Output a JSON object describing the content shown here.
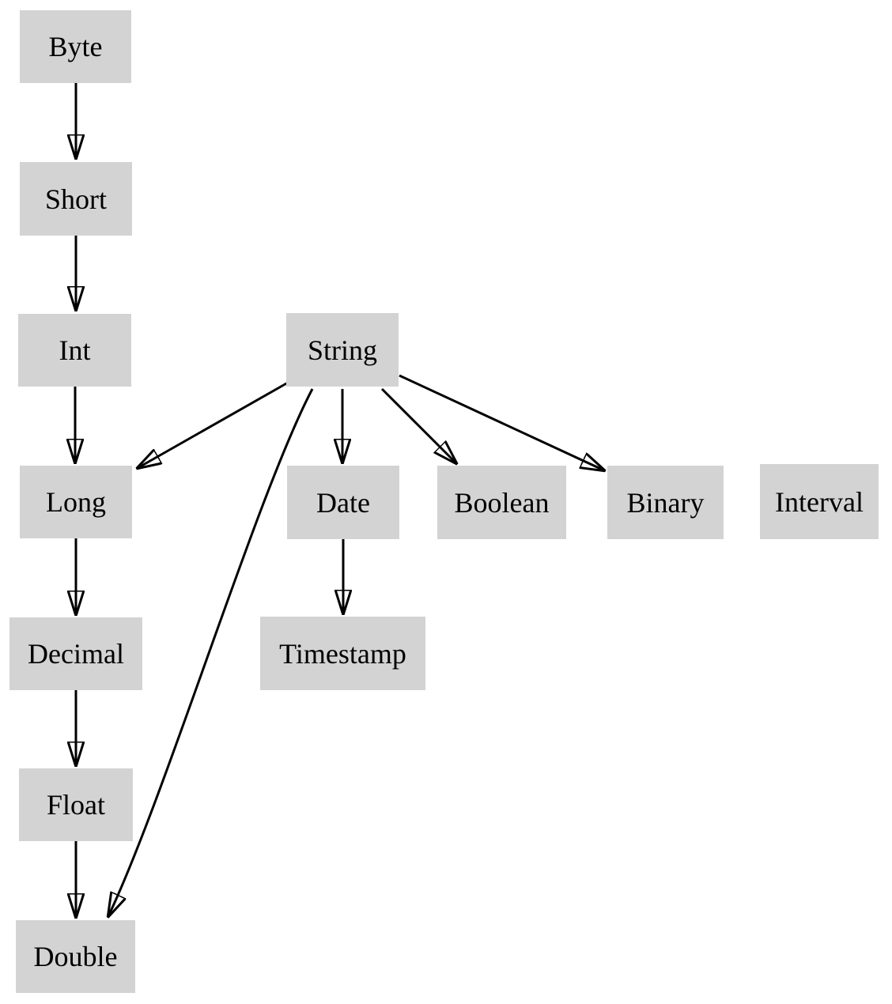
{
  "diagram": {
    "title": "type-coercion-hierarchy",
    "colors": {
      "background": "#ffffff",
      "node_fill": "#d3d3d3",
      "edge": "#000000",
      "text": "#000000"
    },
    "nodes": {
      "byte": {
        "label": "Byte"
      },
      "short": {
        "label": "Short"
      },
      "int": {
        "label": "Int"
      },
      "string": {
        "label": "String"
      },
      "long": {
        "label": "Long"
      },
      "date": {
        "label": "Date"
      },
      "boolean": {
        "label": "Boolean"
      },
      "binary": {
        "label": "Binary"
      },
      "interval": {
        "label": "Interval"
      },
      "decimal": {
        "label": "Decimal"
      },
      "timestamp": {
        "label": "Timestamp"
      },
      "float": {
        "label": "Float"
      },
      "double": {
        "label": "Double"
      }
    },
    "edges": [
      {
        "from": "Byte",
        "to": "Short"
      },
      {
        "from": "Short",
        "to": "Int"
      },
      {
        "from": "Int",
        "to": "Long"
      },
      {
        "from": "Long",
        "to": "Decimal"
      },
      {
        "from": "Decimal",
        "to": "Float"
      },
      {
        "from": "Float",
        "to": "Double"
      },
      {
        "from": "String",
        "to": "Long"
      },
      {
        "from": "String",
        "to": "Double"
      },
      {
        "from": "String",
        "to": "Date"
      },
      {
        "from": "String",
        "to": "Boolean"
      },
      {
        "from": "String",
        "to": "Binary"
      },
      {
        "from": "Date",
        "to": "Timestamp"
      }
    ]
  }
}
